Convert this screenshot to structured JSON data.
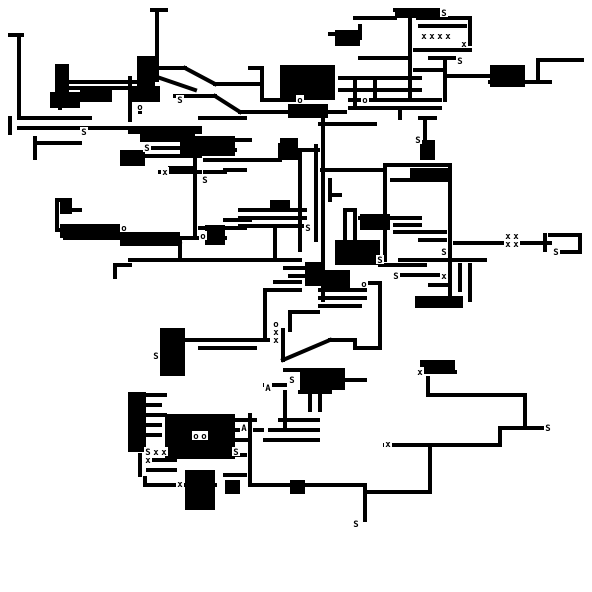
{
  "map": {
    "background_color": "#ffffff",
    "wall_color": "#000000",
    "marker_color": "#000000",
    "glyph_glossary": {
      "S": "spawn-or-stair marker",
      "x": "cross tile marker",
      "A": "arrow/upstairs marker",
      "o": "small square marker"
    }
  }
}
